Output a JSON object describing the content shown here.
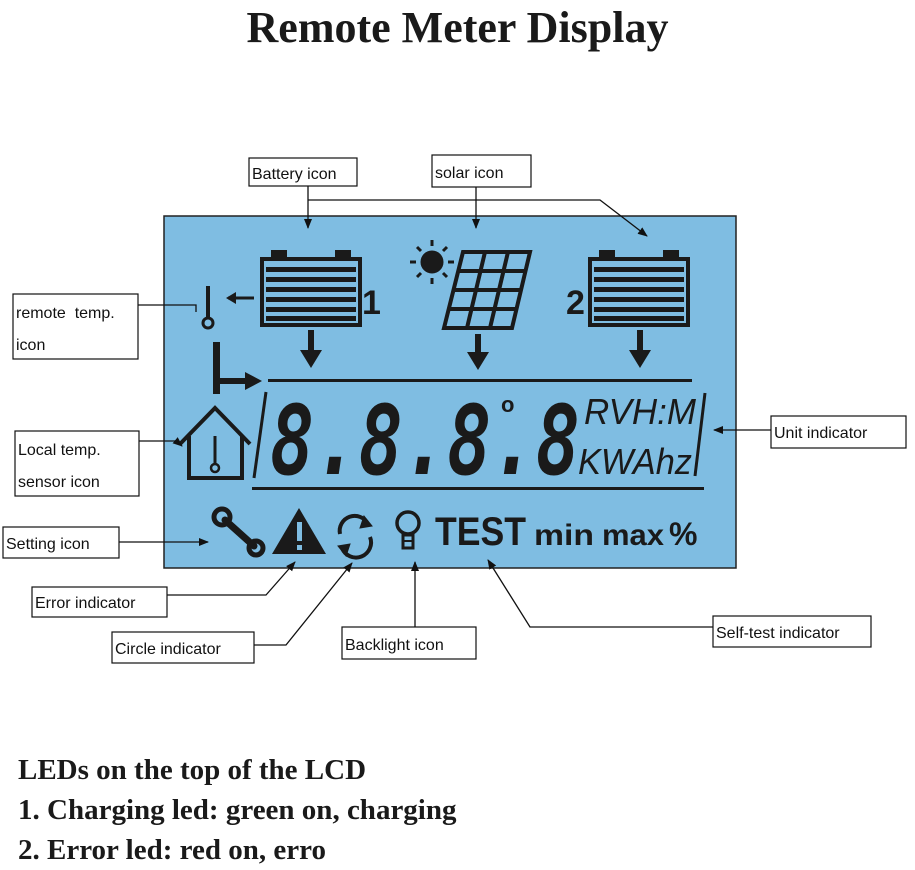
{
  "title": "Remote Meter Display",
  "lcd": {
    "bg_color": "#7fbde2",
    "ink_color": "#1a1a1a",
    "battery1_number": "1",
    "battery2_number": "2",
    "digits": "8.8.8.8",
    "degree_mark": "o",
    "units_top": "RVH:M",
    "units_bottom": "KWAhz",
    "test_label": "TEST",
    "min_label": "min",
    "max_label": "max",
    "percent_label": "%",
    "icons": [
      "battery-icon",
      "solar-panel-icon",
      "sun-icon",
      "thermometer-icon",
      "house-icon",
      "wrench-icon",
      "warning-icon",
      "circle-arrows-icon",
      "bulb-icon"
    ]
  },
  "callouts": {
    "battery": "Battery icon",
    "solar": "solar icon",
    "remote_temp_line1": "remote  temp.",
    "remote_temp_line2": "icon",
    "local_temp_line1": "Local temp.",
    "local_temp_line2": "sensor icon",
    "setting": "Setting icon",
    "error": "Error indicator",
    "circle": "Circle indicator",
    "backlight": "Backlight icon",
    "self_test": "Self-test indicator",
    "unit": "Unit indicator"
  },
  "notes": [
    "LEDs on the top of the LCD",
    "1. Charging led: green on, charging",
    "2. Error led: red on, erro"
  ]
}
